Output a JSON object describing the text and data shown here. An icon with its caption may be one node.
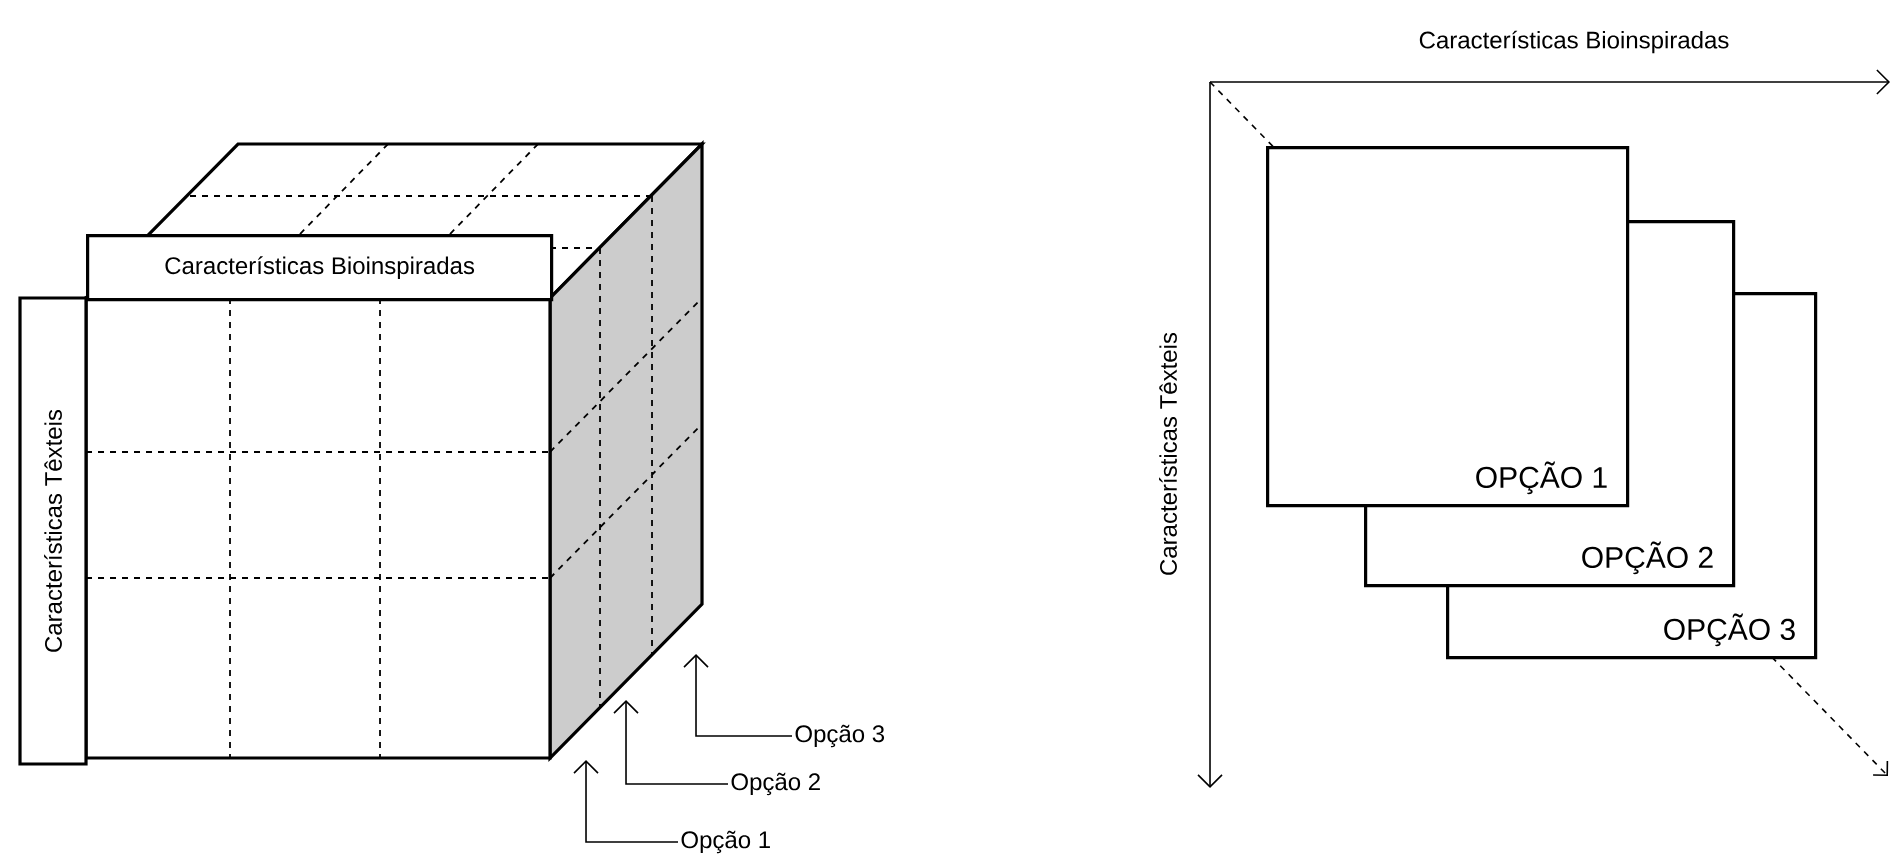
{
  "diagram": {
    "nodes": [
      {
        "text": [
          "Características Bioinspiradas"
        ]
      },
      {
        "text": [
          "Características Têxteis"
        ]
      },
      {
        "text": [
          "Opção 3"
        ]
      },
      {
        "text": [
          "Opção 2"
        ]
      },
      {
        "text": [
          "Opção 1"
        ]
      },
      {
        "text": [
          "OPÇÃO 1"
        ]
      },
      {
        "text": [
          "OPÇÃO 2"
        ]
      },
      {
        "text": [
          "OPÇÃO 3"
        ]
      }
    ],
    "edges": [
      {
        "from": 2,
        "to": null,
        "arrow": "to"
      },
      {
        "from": 3,
        "to": null,
        "arrow": "to"
      },
      {
        "from": 4,
        "to": null,
        "arrow": "to"
      }
    ],
    "labels": [
      "Características Bioinspiradas",
      "Características Têxteis"
    ]
  }
}
